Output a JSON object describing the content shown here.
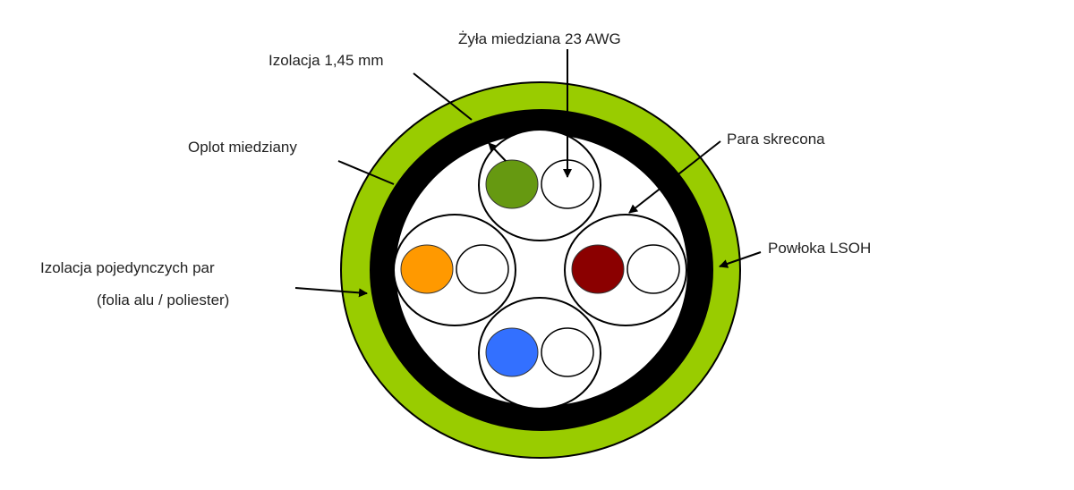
{
  "labels": {
    "insulation_thickness": "Izolacja 1,45 mm",
    "copper_conductor": "Żyła  miedziana 23 AWG",
    "copper_braid": "Oplot miedziany",
    "twisted_pair": "Para skrecona",
    "lsoh_sheath": "Powłoka LSOH",
    "pair_shield_line1": "Izolacja pojedynczych par",
    "pair_shield_line2": "(folia alu / poliester)"
  },
  "colors": {
    "sheath": "#99cc00",
    "braid": "#000000",
    "core_green": "#669911",
    "core_orange": "#ff9900",
    "core_maroon": "#8b0000",
    "core_blue": "#3370ff",
    "core_white": "#ffffff"
  }
}
